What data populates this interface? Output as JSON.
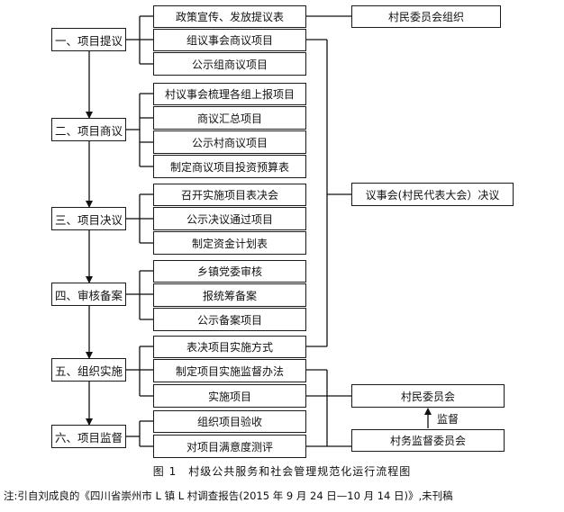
{
  "stages": [
    {
      "label": "一、项目提议",
      "items": [
        "政策宣传、发放提议表",
        "组议事会商议项目",
        "公示组商议项目"
      ]
    },
    {
      "label": "二、项目商议",
      "items": [
        "村议事会梳理各组上报项目",
        "商议汇总项目",
        "公示村商议项目",
        "制定商议项目投资预算表"
      ]
    },
    {
      "label": "三、项目决议",
      "items": [
        "召开实施项目表决会",
        "公示决议通过项目",
        "制定资金计划表"
      ]
    },
    {
      "label": "四、审核备案",
      "items": [
        "乡镇党委审核",
        "报统筹备案",
        "公示备案项目"
      ]
    },
    {
      "label": "五、组织实施",
      "items": [
        "表决项目实施方式",
        "制定项目实施监督办法",
        "实施项目"
      ]
    },
    {
      "label": "六、项目监督",
      "items": [
        "组织项目验收",
        "对项目满意度测评"
      ]
    }
  ],
  "side": {
    "villagers_group": "村民委员会组织",
    "council": "议事会(村民代表大会）决议",
    "village_committee": "村民委员会",
    "supervise_label": "监督",
    "supervision_committee": "村务监督委员会"
  },
  "caption": "图 1　村级公共服务和社会管理规范化运行流程图",
  "note": "注:引自刘成良的《四川省崇州市 L 镇 L 村调查报告(2015 年 9 月 24 日—10 月 14 日)》,未刊稿"
}
